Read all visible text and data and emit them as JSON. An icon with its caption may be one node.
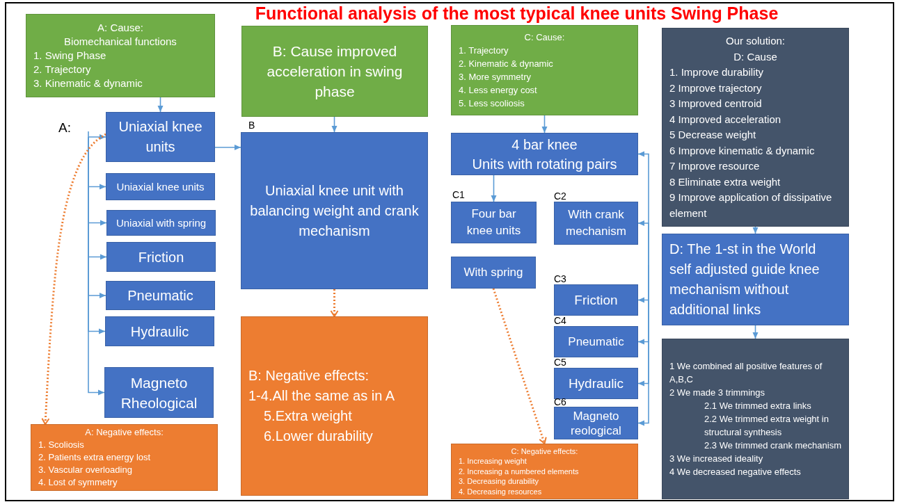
{
  "diagram": {
    "title": "Functional analysis of the most typical knee units Swing Phase",
    "nodes": [
      {
        "text": [
          "A: Cause:",
          "Biomechanical functions",
          "1. Swing Phase",
          "2. Trajectory",
          "3. Kinematic & dynamic"
        ]
      },
      {
        "text": [
          "Uniaxial knee units"
        ],
        "beside": [
          "A:"
        ]
      },
      {
        "text": [
          "Uniaxial knee units"
        ]
      },
      {
        "text": [
          "Uniaxial with spring"
        ]
      },
      {
        "text": [
          "Friction"
        ]
      },
      {
        "text": [
          "Pneumatic"
        ]
      },
      {
        "text": [
          "Hydraulic"
        ]
      },
      {
        "text": [
          "Magneto Rheological"
        ]
      },
      {
        "text": [
          "A: Negative effects:",
          "1. Scoliosis",
          "2. Patients extra energy lost",
          "3. Vascular overloading",
          "4. Lost of symmetry"
        ]
      },
      {
        "text": [
          "B: Cause improved acceleration in swing phase"
        ]
      },
      {
        "text": [
          "Uniaxial knee unit with balancing weight and crank mechanism"
        ],
        "beside": [
          "B"
        ]
      },
      {
        "text": [
          "B: Negative effects:",
          "1-4.All the same as in A",
          "5.Extra weight",
          "6.Lower durability"
        ]
      },
      {
        "text": [
          "C: Cause:",
          "1. Trajectory",
          "2. Kinematic & dynamic",
          "3. More symmetry",
          "4. Less energy cost",
          "5. Less scoliosis"
        ]
      },
      {
        "text": [
          "4 bar knee",
          "Units with rotating pairs"
        ]
      },
      {
        "text": [
          "Four bar knee units"
        ],
        "beside": [
          "C1"
        ]
      },
      {
        "text": [
          "With crank mechanism"
        ],
        "beside": [
          "C2"
        ]
      },
      {
        "text": [
          "With spring"
        ]
      },
      {
        "text": [
          "Friction"
        ],
        "beside": [
          "C3"
        ]
      },
      {
        "text": [
          "Pneumatic"
        ],
        "beside": [
          "C4"
        ]
      },
      {
        "text": [
          "Hydraulic"
        ],
        "beside": [
          "C5"
        ]
      },
      {
        "text": [
          "Magneto reological"
        ],
        "beside": [
          "C6"
        ]
      },
      {
        "text": [
          "C: Negative effects:",
          "1. Increasing weight",
          "2. Increasing a numbered elements",
          "3. Decreasing durability",
          "4. Decreasing resources"
        ]
      },
      {
        "text": [
          "Our solution:",
          "D: Cause",
          "1. Improve durability",
          "2 Improve trajectory",
          "3 Improved centroid",
          "4 Improved acceleration",
          "5 Decrease weight",
          "6 Improve kinematic & dynamic",
          "7 Improve resource",
          "8 Eliminate extra weight",
          "9 Improve application of dissipative element"
        ]
      },
      {
        "text": [
          "D: The 1-st in the World self adjusted guide knee mechanism without additional links"
        ]
      },
      {
        "text": [
          "1 We combined all positive features of A,B,C",
          "2 We made 3 trimmings",
          "2.1 We trimmed extra links",
          "2.2 We trimmed extra weight in structural synthesis",
          "2.3 We trimmed crank mechanism",
          "3 We increased ideality",
          "4 We decreased negative effects"
        ]
      }
    ],
    "edges": [
      {
        "from": 0,
        "to": 1,
        "arrow": "to"
      },
      {
        "from": null,
        "to": 1,
        "arrow": "to"
      },
      {
        "from": null,
        "to": 2,
        "arrow": "to"
      },
      {
        "from": null,
        "to": 3,
        "arrow": "to"
      },
      {
        "from": null,
        "to": 4,
        "arrow": "to"
      },
      {
        "from": null,
        "to": 5,
        "arrow": "to"
      },
      {
        "from": null,
        "to": 6,
        "arrow": "to"
      },
      {
        "from": null,
        "to": 7,
        "arrow": "to"
      },
      {
        "from": 1,
        "to": 10,
        "arrow": "to"
      },
      {
        "from": 1,
        "to": 8,
        "arrow": "to",
        "style": "dashed",
        "color": "#ed7d31"
      },
      {
        "from": 9,
        "to": 10,
        "arrow": "to"
      },
      {
        "from": 10,
        "to": 11,
        "arrow": "to",
        "style": "dashed",
        "color": "#ed7d31"
      },
      {
        "from": 12,
        "to": 13,
        "arrow": "to"
      },
      {
        "from": 13,
        "to": 14,
        "arrow": "to"
      },
      {
        "from": 16,
        "to": 21,
        "arrow": "to",
        "style": "dashed",
        "color": "#ed7d31"
      },
      {
        "from": null,
        "to": 13,
        "arrow": "to"
      },
      {
        "from": null,
        "to": 15,
        "arrow": "to"
      },
      {
        "from": null,
        "to": 17,
        "arrow": "to"
      },
      {
        "from": null,
        "to": 18,
        "arrow": "to"
      },
      {
        "from": null,
        "to": 19,
        "arrow": "to"
      },
      {
        "from": null,
        "to": 20,
        "arrow": "to"
      },
      {
        "from": 22,
        "to": 23,
        "arrow": "to"
      },
      {
        "from": 23,
        "to": 24,
        "arrow": "to"
      }
    ]
  }
}
